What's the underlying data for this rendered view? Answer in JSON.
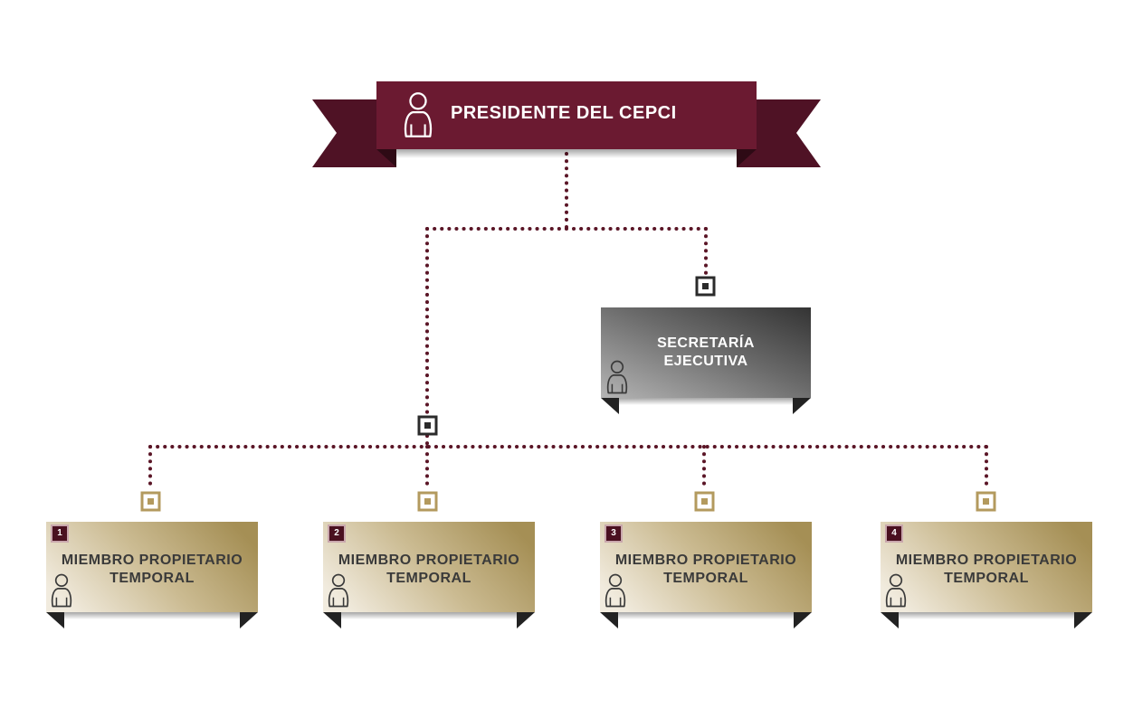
{
  "president": {
    "title": "PRESIDENTE DEL CEPCI"
  },
  "secretariat": {
    "line1": "SECRETARÍA",
    "line2": "EJECUTIVA"
  },
  "members": [
    {
      "number": "1",
      "line1": "MIEMBRO PROPIETARIO",
      "line2": "TEMPORAL"
    },
    {
      "number": "2",
      "line1": "MIEMBRO PROPIETARIO",
      "line2": "TEMPORAL"
    },
    {
      "number": "3",
      "line1": "MIEMBRO PROPIETARIO",
      "line2": "TEMPORAL"
    },
    {
      "number": "4",
      "line1": "MIEMBRO PROPIETARIO",
      "line2": "TEMPORAL"
    }
  ],
  "colors": {
    "ribbon": "#6b1a31",
    "ribbon_dark": "#4f1225",
    "connector": "#5a1526",
    "node_dark": "#2b2b2b",
    "node_gold": "#b39a5e",
    "secretariat_light": "#a4a4a4",
    "secretariat_dark": "#3a3a3a",
    "member_light": "#ece4d3",
    "member_dark": "#a8935a",
    "fold": "#222222"
  },
  "icons": {
    "person": "person-outline-icon"
  }
}
